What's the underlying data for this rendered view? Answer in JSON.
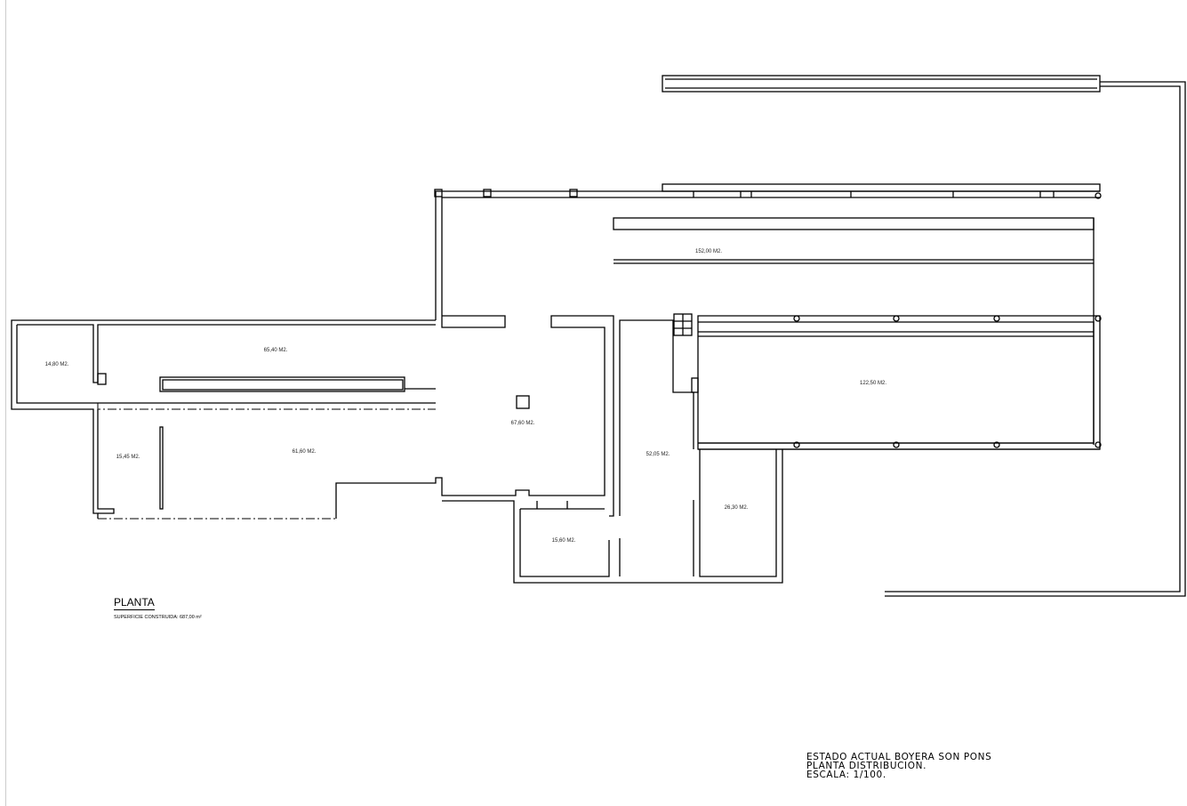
{
  "plan": {
    "title": "PLANTA",
    "surface": "SUPERFICIE CONSTRUIDA: 687,00 m²",
    "rooms": [
      "14,80 M2.",
      "65,40 M2.",
      "15,45 M2.",
      "61,60 M2.",
      "67,60 M2.",
      "52,05 M2.",
      "15,60 M2.",
      "26,30 M2.",
      "122,50 M2.",
      "152,00 M2."
    ]
  },
  "title_block": {
    "line1": "ESTADO ACTUAL BOYERA SON PONS",
    "line2": "PLANTA DISTRIBUCION.",
    "line3": "ESCALA: 1/100."
  }
}
